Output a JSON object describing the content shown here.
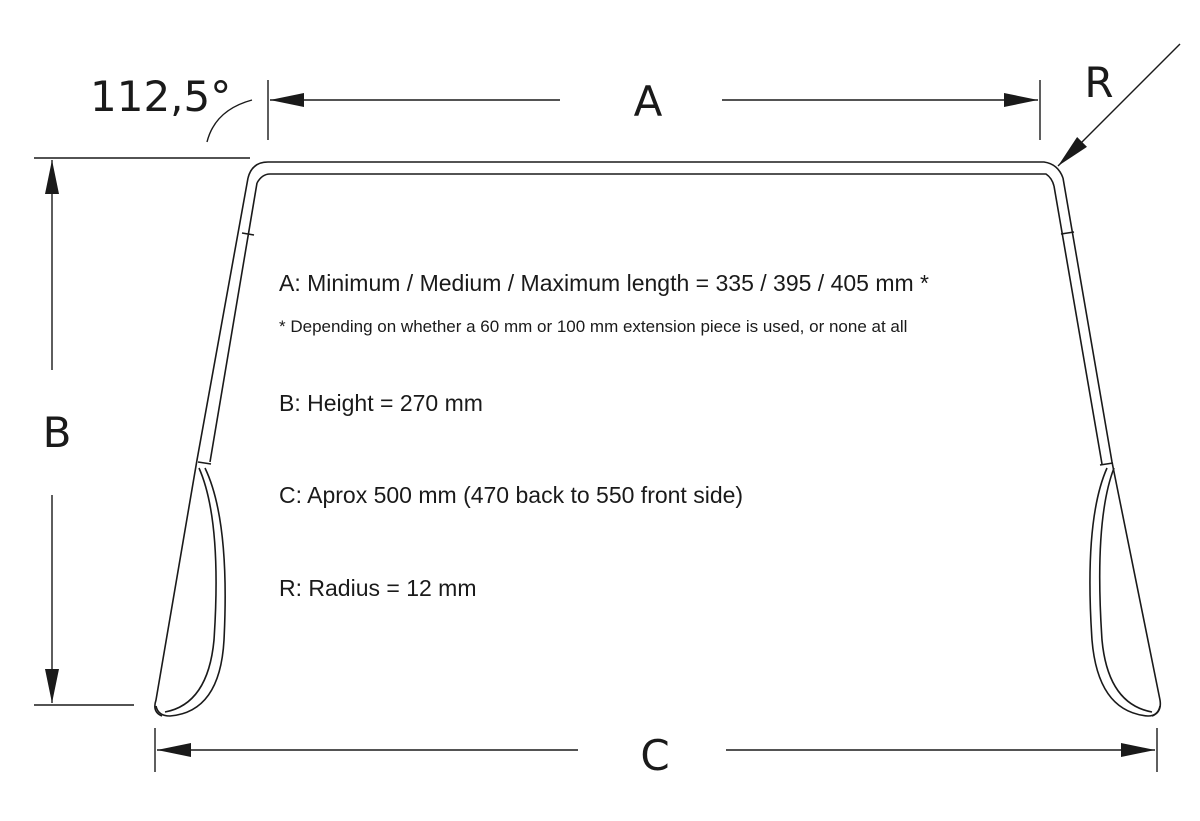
{
  "angle_label": "112,5°",
  "dimension_labels": {
    "a": "A",
    "b": "B",
    "c": "C",
    "r": "R"
  },
  "notes": {
    "a_length": "A: Minimum / Medium / Maximum length = 335 / 395 / 405 mm *",
    "footnote": "* Depending on whether a 60 mm or 100 mm extension piece is used, or none at all",
    "b_height": "B: Height = 270 mm",
    "c_width": "C: Aprox 500 mm (470 back to 550 front side)",
    "r_radius": "R: Radius = 12 mm"
  },
  "colors": {
    "line": "#1a1a1a",
    "background": "#ffffff"
  }
}
